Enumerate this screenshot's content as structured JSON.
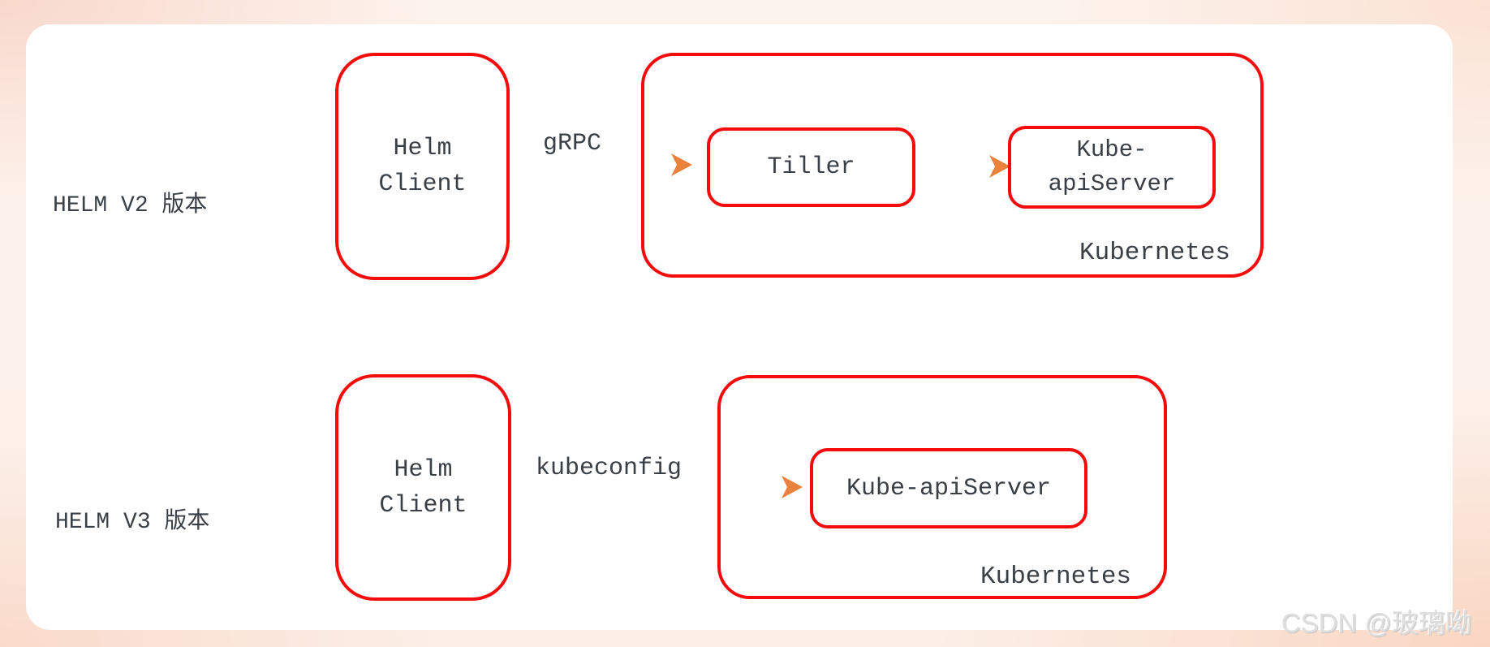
{
  "colors": {
    "box_border": "#f40b0b",
    "text": "#3a3f46",
    "arrow_gradient_start": "#ee1fc9",
    "arrow_gradient_end": "#e28455",
    "arrow_head": "#e8823c"
  },
  "v2": {
    "row_label": "HELM V2 版本",
    "helm_client_line1": "Helm",
    "helm_client_line2": "Client",
    "arrow1_label": "gRPC",
    "tiller_label": "Tiller",
    "kube_apiserver_line1": "Kube-",
    "kube_apiserver_line2": "apiServer",
    "cluster_label": "Kubernetes"
  },
  "v3": {
    "row_label": "HELM V3 版本",
    "helm_client_line1": "Helm",
    "helm_client_line2": "Client",
    "arrow_label": "kubeconfig",
    "kube_apiserver_label": "Kube-apiServer",
    "cluster_label": "Kubernetes"
  },
  "watermark": "CSDN @玻璃呦"
}
